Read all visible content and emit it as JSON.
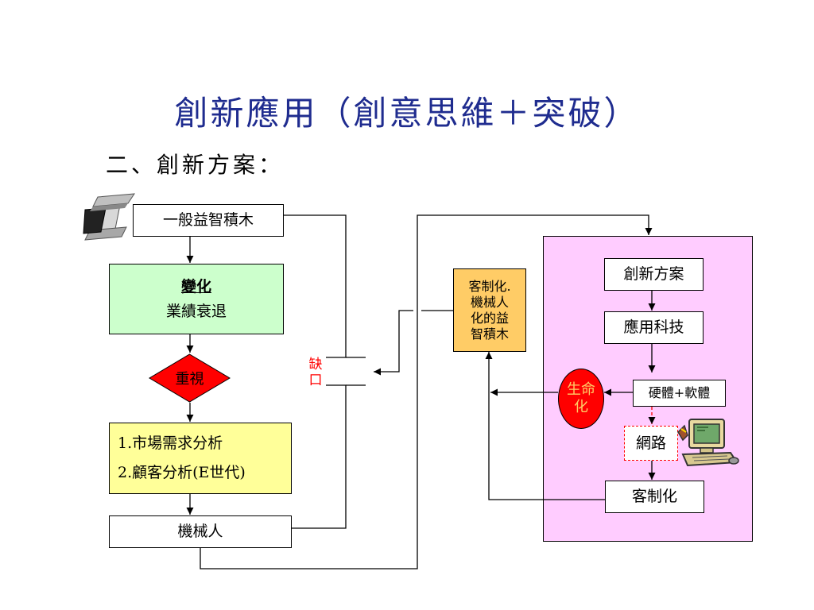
{
  "title": "創新應用（創意思維＋突破）",
  "subtitle": "二、創新方案：",
  "left_flow": {
    "blocks_label": "一般益智積木",
    "change_label": "變化",
    "decline_label": "業績衰退",
    "focus_label": "重視",
    "analysis_line1": "1.市場需求分析",
    "analysis_line2": "2.顧客分析(E世代)",
    "robot_label": "機械人"
  },
  "gap_label": "缺\n口",
  "custom_blocks_label": "客制化.\n機械人\n化的益\n智積木",
  "right_panel": {
    "innovation_plan_label": "創新方案",
    "applied_tech_label": "應用科技",
    "life_label": "生命\n化",
    "hw_sw_label": "硬體+軟體",
    "network_label": "網路",
    "customization_label": "客制化"
  },
  "colors": {
    "title": "#1f2c8f",
    "change_box_bg": "#ccffcc",
    "focus_diamond": "#ff0000",
    "analysis_box_bg": "#ffff99",
    "custom_box_bg": "#ffcc66",
    "right_panel_bg": "#ffccff",
    "life_circle": "#ff0000",
    "gap_text": "#ff0000"
  },
  "icons": [
    "i-beam-icon",
    "computer-icon"
  ]
}
